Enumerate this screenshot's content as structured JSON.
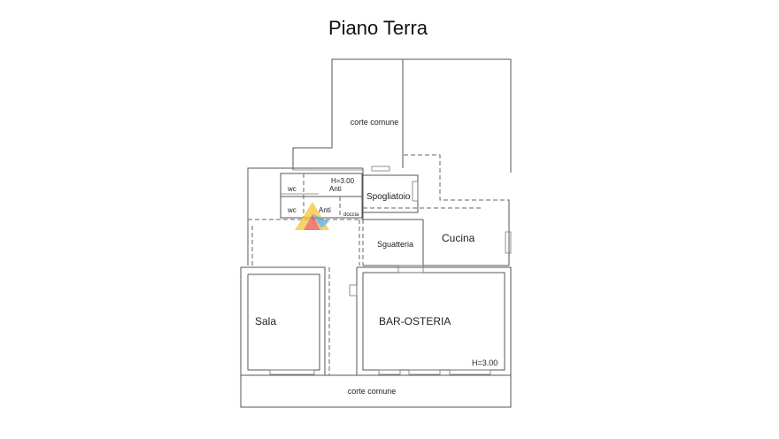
{
  "title": "Piano Terra",
  "rooms": {
    "corte_top": "corte comune",
    "wc1": "wc",
    "anti1": "Anti",
    "h1": "H=3.00",
    "wc2": "wc",
    "anti2": "Anti",
    "doccia": "doccia",
    "spogliatoio": "Spogliatoio",
    "sguatteria": "Sguatteria",
    "cucina": "Cucina",
    "sala": "Sala",
    "bar": "BAR-OSTERIA",
    "h2": "H=3.00",
    "corte_bottom": "corte comune"
  },
  "colors": {
    "wall": "#555555",
    "logo_red": "#e8574a",
    "logo_yellow": "#f5c433",
    "logo_blue": "#5aa6d8"
  },
  "icons": [
    "watermark-logo-icon"
  ]
}
